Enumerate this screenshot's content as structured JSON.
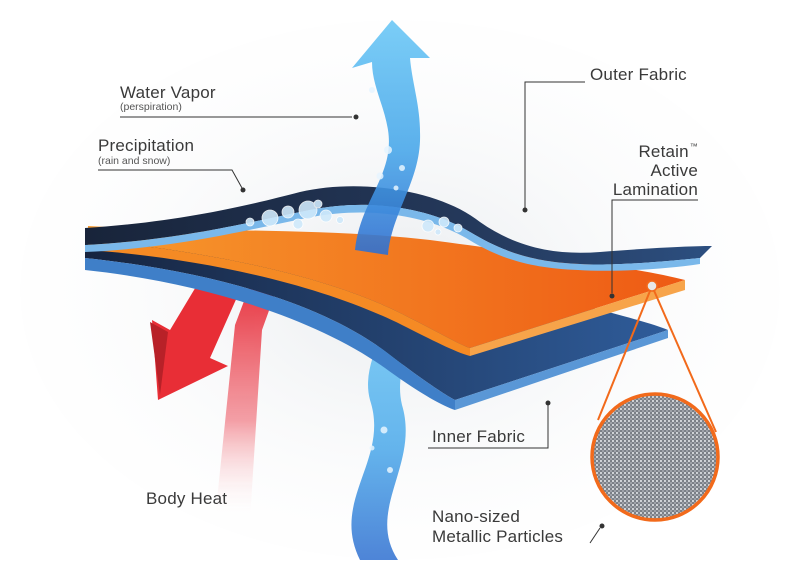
{
  "labels": {
    "water_vapor": "Water Vapor",
    "water_vapor_sub": "(perspiration)",
    "precipitation": "Precipitation",
    "precipitation_sub": "(rain and snow)",
    "outer_fabric": "Outer Fabric",
    "retain": "Retain",
    "retain_tm": "™",
    "active": "Active",
    "lamination": "Lamination",
    "inner_fabric": "Inner Fabric",
    "body_heat": "Body Heat",
    "nano_line1": "Nano-sized",
    "nano_line2": "Metallic Particles"
  },
  "icons": {
    "vapor_arrow": "up-arrow-icon",
    "heat_arrow": "down-left-arrow-icon",
    "water_drops": "water-drop-icon",
    "zoom_circle": "magnifier-circle-icon"
  },
  "colors": {
    "outer_layer": "#1f2f4a",
    "lamination": "#f26a1b",
    "inner_layer": "#2a4f88",
    "vapor": "#4fb6ec",
    "heat": "#e8242c",
    "text": "#3a3a3a"
  }
}
